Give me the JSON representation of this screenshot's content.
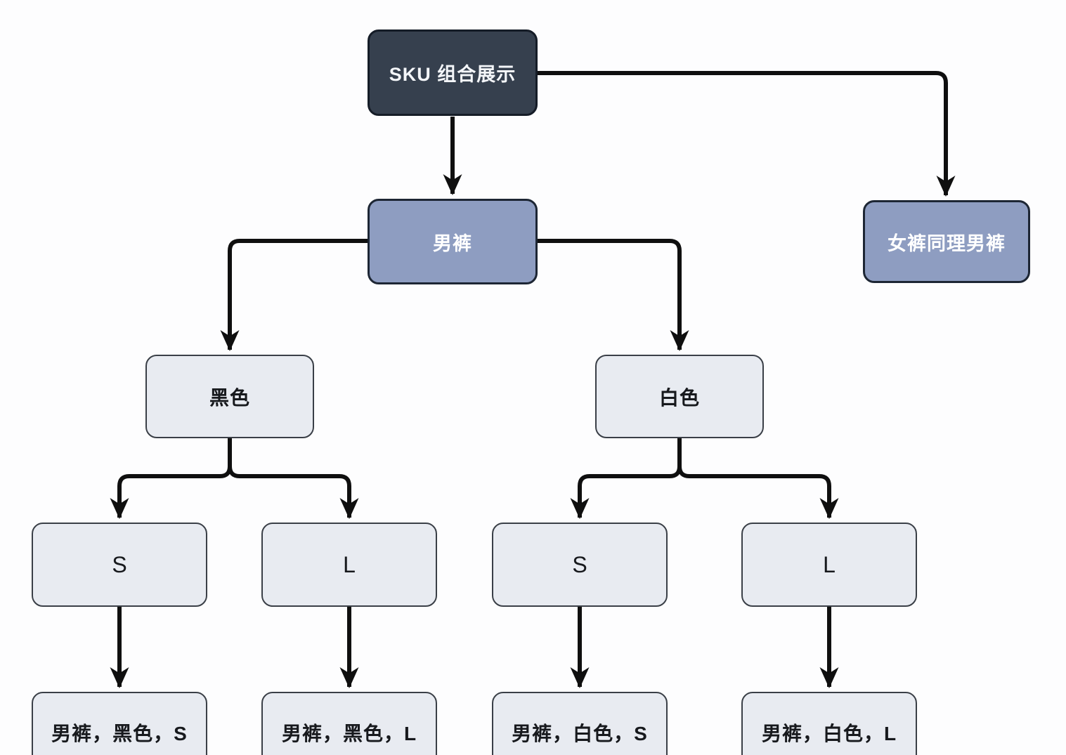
{
  "diagram": {
    "type": "flowchart-tree",
    "background": "#fdfdfe",
    "colors": {
      "node_dark": "#36404e",
      "node_blue": "#8e9dc1",
      "node_light": "#e8ebf1",
      "arrow": "#0f0f0f",
      "text_on_dark": "#ffffff",
      "text_on_light": "#17191d"
    },
    "nodes": {
      "sku": {
        "label": "SKU 组合展示",
        "level": 0,
        "style": "dark"
      },
      "men_pants": {
        "label": "男裤",
        "level": 1,
        "style": "blue"
      },
      "women_pants": {
        "label": "女裤同理男裤",
        "level": 1,
        "style": "blue"
      },
      "black": {
        "label": "黑色",
        "level": 2,
        "style": "light"
      },
      "white": {
        "label": "白色",
        "level": 2,
        "style": "light"
      },
      "black_s": {
        "label": "S",
        "level": 3,
        "style": "light"
      },
      "black_l": {
        "label": "L",
        "level": 3,
        "style": "light"
      },
      "white_s": {
        "label": "S",
        "level": 3,
        "style": "light"
      },
      "white_l": {
        "label": "L",
        "level": 3,
        "style": "light"
      },
      "combo_black_s": {
        "label": "男裤，黑色，S",
        "level": 4,
        "style": "light"
      },
      "combo_black_l": {
        "label": "男裤，黑色，L",
        "level": 4,
        "style": "light"
      },
      "combo_white_s": {
        "label": "男裤，白色，S",
        "level": 4,
        "style": "light"
      },
      "combo_white_l": {
        "label": "男裤，白色，L",
        "level": 4,
        "style": "light"
      }
    },
    "edges": [
      {
        "from": "sku",
        "to": "men_pants"
      },
      {
        "from": "sku",
        "to": "women_pants"
      },
      {
        "from": "men_pants",
        "to": "black"
      },
      {
        "from": "men_pants",
        "to": "white"
      },
      {
        "from": "black",
        "to": "black_s"
      },
      {
        "from": "black",
        "to": "black_l"
      },
      {
        "from": "white",
        "to": "white_s"
      },
      {
        "from": "white",
        "to": "white_l"
      },
      {
        "from": "black_s",
        "to": "combo_black_s"
      },
      {
        "from": "black_l",
        "to": "combo_black_l"
      },
      {
        "from": "white_s",
        "to": "combo_white_s"
      },
      {
        "from": "white_l",
        "to": "combo_white_l"
      }
    ]
  }
}
